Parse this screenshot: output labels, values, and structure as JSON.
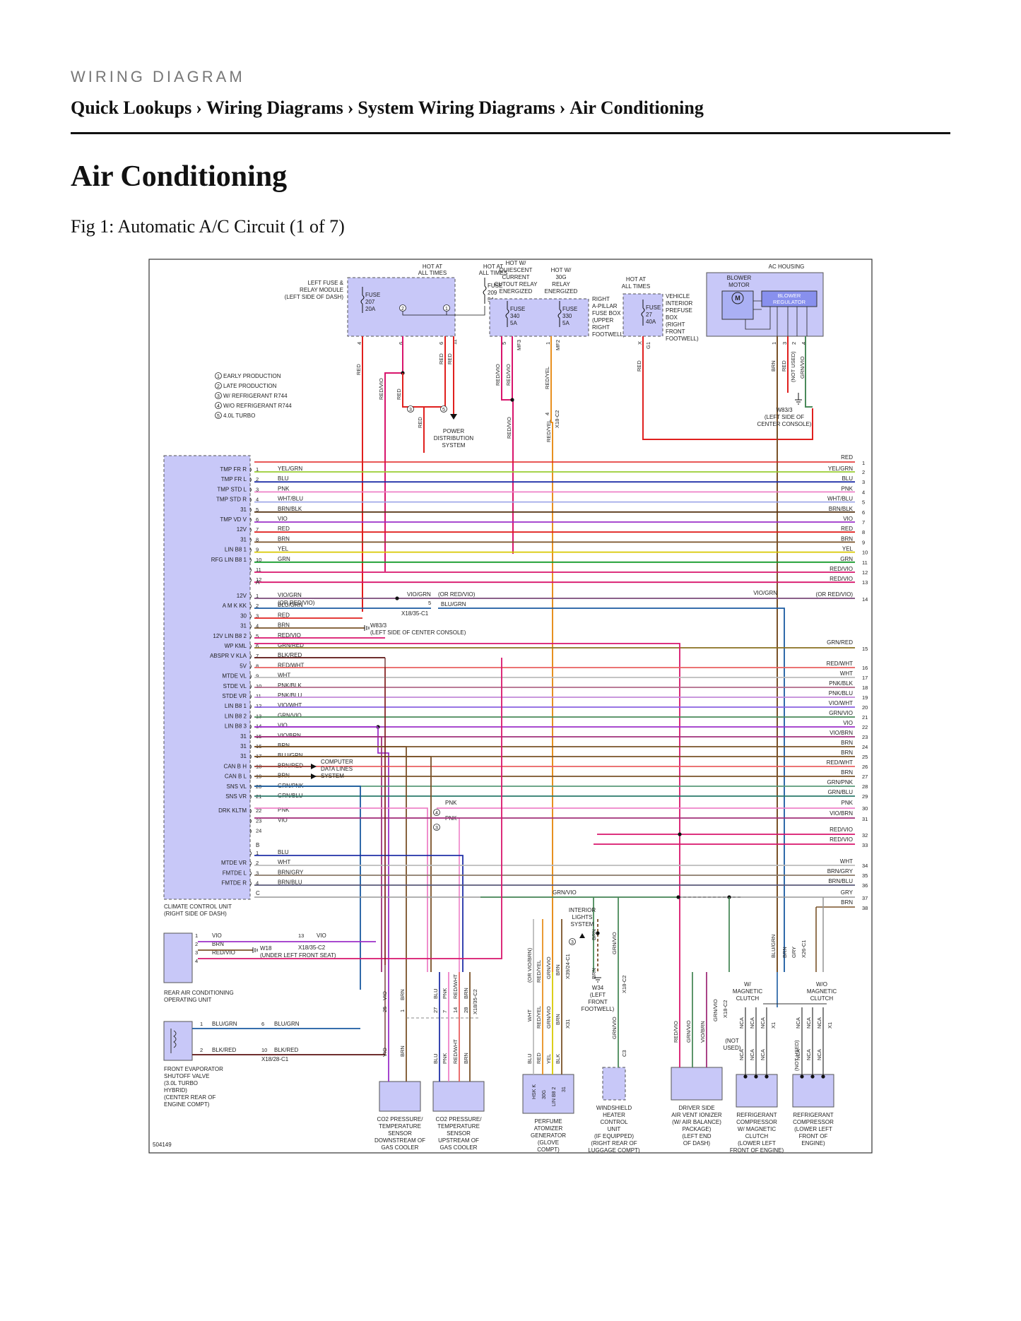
{
  "header": {
    "kicker": "WIRING DIAGRAM",
    "breadcrumbs": [
      "Quick Lookups",
      "Wiring Diagrams",
      "System Wiring Diagrams",
      "Air Conditioning"
    ],
    "separator": "›"
  },
  "page_title": "Air Conditioning",
  "figure_caption": "Fig 1: Automatic A/C Circuit (1 of 7)",
  "diagram": {
    "id_label": "504149",
    "colors": {
      "component_fill": "#c8c8f8",
      "component_stroke": "#555555",
      "frame": "#333333"
    },
    "notes": [
      {
        "n": "1",
        "text": "EARLY PRODUCTION"
      },
      {
        "n": "2",
        "text": "LATE PRODUCTION"
      },
      {
        "n": "3",
        "text": "W/ REFRIGERANT R744"
      },
      {
        "n": "4",
        "text": "W/O REFRIGERANT R744"
      },
      {
        "n": "5",
        "text": "4.0L TURBO"
      }
    ],
    "top_labels": {
      "hot1": [
        "HOT AT",
        "ALL TIMES"
      ],
      "hot2": [
        "HOT AT",
        "ALL TIMES"
      ],
      "hot3": [
        "HOT W/",
        "QUIESCENT",
        "CURRENT",
        "CUTOUT RELAY",
        "ENERGIZED"
      ],
      "hot4": [
        "HOT W/",
        "30G",
        "RELAY",
        "ENERGIZED"
      ],
      "hot5": [
        "HOT AT",
        "ALL TIMES"
      ],
      "lfrm": [
        "LEFT FUSE &",
        "RELAY MODULE",
        "(LEFT SIDE OF DASH)"
      ],
      "rapb": [
        "RIGHT",
        "A-PILLAR",
        "FUSE BOX",
        "(UPPER",
        "RIGHT",
        "FOOTWELL)"
      ],
      "vipb": [
        "VEHICLE",
        "INTERIOR",
        "PREFUSE",
        "BOX",
        "(RIGHT",
        "FRONT",
        "FOOTWELL)"
      ],
      "ac_housing": "AC HOUSING",
      "blower_motor": [
        "BLOWER",
        "MOTOR"
      ],
      "blower_reg": [
        "BLOWER",
        "REGULATOR"
      ],
      "power_dist": [
        "POWER",
        "DISTRIBUTION",
        "SYSTEM"
      ],
      "w83_top": [
        "W83/3",
        "(LEFT SIDE OF",
        "CENTER CONSOLE)"
      ]
    },
    "fuses": [
      {
        "name": "FUSE",
        "num": "207",
        "amp": "20A"
      },
      {
        "name": "FUSE",
        "num": "209",
        "amp": "5A"
      },
      {
        "name": "FUSE",
        "num": "340",
        "amp": "5A"
      },
      {
        "name": "FUSE",
        "num": "330",
        "amp": "5A"
      },
      {
        "name": "FUSE",
        "num": "27",
        "amp": "40A"
      }
    ],
    "top_wire_labels": {
      "red1": "RED",
      "redvio1": "RED/VIO",
      "red2": "RED",
      "red3": "RED",
      "red4": "RED",
      "red5": "RED",
      "redvio2": "RED/VIO",
      "redvio3": "RED/VIO",
      "mf3a": "MF3",
      "redyel": "RED/YEL",
      "mf2": "MF2",
      "redvio4": "RED/VIO",
      "redyel2": "RED/YEL",
      "x18c2": "X18-C2",
      "red6": "RED",
      "brn": "BRN",
      "redtop": "RED",
      "notused": "(NOT USED)",
      "grnvio": "GRN/VIO",
      "pin4": "4",
      "pin6": "6",
      "pin6b": "6",
      "pin11": "11",
      "pin5": "5",
      "pin1": "1",
      "pinX": "X",
      "pinG1": "G1",
      "pin4b": "4",
      "bpin1": "1",
      "bpin3": "3",
      "bpin2": "2",
      "bpin4": "4"
    },
    "ccu": {
      "name": [
        "CLIMATE CONTROL UNIT",
        "(RIGHT SIDE OF DASH)"
      ],
      "conn_A": "A",
      "conn_B": "B",
      "conn_C": "C"
    },
    "group1": [
      {
        "pin": "1",
        "label": "TMP FR R",
        "wire": "YEL/GRN",
        "right": "YEL/GRN",
        "rn": "2"
      },
      {
        "pin": "2",
        "label": "TMP FR L",
        "wire": "BLU",
        "right": "BLU",
        "rn": "3"
      },
      {
        "pin": "3",
        "label": "TMP STD L",
        "wire": "PNK",
        "right": "PNK",
        "rn": "4"
      },
      {
        "pin": "4",
        "label": "TMP STD R",
        "wire": "WHT/BLU",
        "right": "WHT/BLU",
        "rn": "5"
      },
      {
        "pin": "5",
        "label": "31",
        "wire": "BRN/BLK",
        "right": "BRN/BLK",
        "rn": "6"
      },
      {
        "pin": "6",
        "label": "TMP VD V",
        "wire": "VIO",
        "right": "VIO",
        "rn": "7"
      },
      {
        "pin": "7",
        "label": "12V",
        "wire": "RED",
        "right": "RED",
        "rn": "8"
      },
      {
        "pin": "8",
        "label": "31",
        "wire": "BRN",
        "right": "BRN",
        "rn": "9"
      },
      {
        "pin": "9",
        "label": "LIN B8 1",
        "wire": "YEL",
        "right": "YEL",
        "rn": "10"
      },
      {
        "pin": "10",
        "label": "RFG LIN B8 1",
        "wire": "GRN",
        "right": "GRN",
        "rn": "11"
      },
      {
        "pin": "11",
        "label": "",
        "wire": "",
        "right": "RED/VIO",
        "rn": "12"
      },
      {
        "pin": "12",
        "label": "",
        "wire": "",
        "right": "RED/VIO",
        "rn": "13"
      }
    ],
    "red_top": {
      "right": "RED",
      "rn": "1"
    },
    "group2": [
      {
        "pin": "1",
        "label": "12V",
        "wire": "VIO/GRN",
        "wire2": "(OR RED/VIO)"
      },
      {
        "pin": "2",
        "label": "A M K KK",
        "wire": "BLU/GRN"
      },
      {
        "pin": "3",
        "label": "30",
        "wire": "RED"
      },
      {
        "pin": "4",
        "label": "31",
        "wire": "BRN"
      },
      {
        "pin": "5",
        "label": "12V LIN B8 2",
        "wire": "RED/VIO"
      },
      {
        "pin": "6",
        "label": "WP KML",
        "wire": "GRN/RED"
      },
      {
        "pin": "7",
        "label": "ABSPR V KLA",
        "wire": "BLK/RED"
      },
      {
        "pin": "8",
        "label": "5V",
        "wire": "RED/WHT"
      },
      {
        "pin": "9",
        "label": "MTDE VL",
        "wire": "WHT"
      },
      {
        "pin": "10",
        "label": "STDE VL",
        "wire": "PNK/BLK"
      },
      {
        "pin": "11",
        "label": "STDE VR",
        "wire": "PNK/BLU"
      },
      {
        "pin": "12",
        "label": "LIN B8 1",
        "wire": "VIO/WHT"
      },
      {
        "pin": "13",
        "label": "LIN B8 2",
        "wire": "GRN/VIO"
      },
      {
        "pin": "14",
        "label": "LIN B8 3",
        "wire": "VIO"
      },
      {
        "pin": "15",
        "label": "31",
        "wire": "VIO/BRN"
      },
      {
        "pin": "16",
        "label": "31",
        "wire": "BRN"
      },
      {
        "pin": "17",
        "label": "31",
        "wire": "BLU/GRN"
      },
      {
        "pin": "18",
        "label": "CAN B H",
        "wire": "BRN/RED"
      },
      {
        "pin": "19",
        "label": "CAN B L",
        "wire": "BRN"
      },
      {
        "pin": "20",
        "label": "SNS VL",
        "wire": "GRN/PNK"
      },
      {
        "pin": "21",
        "label": "SNS VR",
        "wire": "GRN/BLU"
      },
      {
        "pin": "22",
        "label": "DRK KLTM",
        "wire": "PNK"
      },
      {
        "pin": "23",
        "label": "",
        "wire": "VIO"
      },
      {
        "pin": "24",
        "label": "",
        "wire": ""
      }
    ],
    "right_group2": [
      {
        "label": "VIO/GRN",
        "label2": "(OR RED/VIO)",
        "rn": "14"
      },
      {
        "label": "GRN/RED",
        "rn": "15"
      },
      {
        "label": "RED/WHT",
        "rn": "16"
      },
      {
        "label": "WHT",
        "rn": "17"
      },
      {
        "label": "PNK/BLK",
        "rn": "18"
      },
      {
        "label": "PNK/BLU",
        "rn": "19"
      },
      {
        "label": "VIO/WHT",
        "rn": "20"
      },
      {
        "label": "GRN/VIO",
        "rn": "21"
      },
      {
        "label": "VIO",
        "rn": "22"
      },
      {
        "label": "VIO/BRN",
        "rn": "23"
      },
      {
        "label": "BRN",
        "rn": "24"
      },
      {
        "label": "BRN",
        "rn": "25"
      },
      {
        "label": "RED/WHT",
        "rn": "26"
      },
      {
        "label": "BRN",
        "rn": "27"
      },
      {
        "label": "GRN/PNK",
        "rn": "28"
      },
      {
        "label": "GRN/BLU",
        "rn": "29"
      },
      {
        "label": "PNK",
        "rn": "30"
      },
      {
        "label": "VIO/BRN",
        "rn": "31"
      }
    ],
    "group3": [
      {
        "pin": "1",
        "label": "",
        "wire": "BLU"
      },
      {
        "pin": "2",
        "label": "MTDE VR",
        "wire": "WHT"
      },
      {
        "pin": "3",
        "label": "FMTDE L",
        "wire": "BRN/GRY"
      },
      {
        "pin": "4",
        "label": "FMTDE R",
        "wire": "BRN/BLU"
      }
    ],
    "right_group3": [
      {
        "label": "RED/VIO",
        "rn": "32"
      },
      {
        "label": "RED/VIO",
        "rn": "33"
      },
      {
        "label": "WHT",
        "rn": "34"
      },
      {
        "label": "BRN/GRY",
        "rn": "35"
      },
      {
        "label": "BRN/BLU",
        "rn": "36"
      },
      {
        "label": "GRY",
        "rn": "37"
      },
      {
        "label": "BRN",
        "rn": "38"
      }
    ],
    "mid_labels": {
      "viogrn": "VIO/GRN",
      "orredvio": "(OR RED/VIO)",
      "p5": "5",
      "blugrn": "BLU/GRN",
      "x1835c1": "X18/35-C1",
      "w83_mid": [
        "W83/3",
        "(LEFT SIDE OF CENTER CONSOLE)"
      ],
      "can": [
        "COMPUTER",
        "DATA LINES",
        "SYSTEM"
      ],
      "pnk1": "PNK",
      "pnk2": "PNK",
      "grnvio": "GRN/VIO",
      "interior": [
        "INTERIOR",
        "LIGHTS",
        "SYSTEM"
      ]
    },
    "rear_unit": {
      "name": [
        "REAR AIR CONDITIONING",
        "OPERATING UNIT"
      ],
      "rows": [
        {
          "pin": "1",
          "wire": "VIO",
          "cpin": "13",
          "cw": "VIO"
        },
        {
          "pin": "2",
          "wire": "BRN",
          "cpin": "",
          "cw": ""
        },
        {
          "pin": "3",
          "wire": "RED/VIO",
          "cpin": "",
          "cw": ""
        },
        {
          "pin": "4",
          "wire": "",
          "cpin": "",
          "cw": ""
        }
      ],
      "conn": "X18/35-C2",
      "w18": [
        "W18",
        "(UNDER LEFT FRONT SEAT)"
      ]
    },
    "valve": {
      "name": [
        "FRONT EVAPORATOR",
        "SHUTOFF VALVE",
        "(3.0L TURBO",
        "HYBRID)",
        "(CENTER REAR OF",
        "ENGINE COMPT)"
      ],
      "rows": [
        {
          "pin": "1",
          "wire": "BLU/GRN",
          "cpin": "6",
          "cw": "BLU/GRN"
        },
        {
          "pin": "2",
          "wire": "BLK/RED",
          "cpin": "10",
          "cw": "BLK/RED"
        }
      ],
      "conn": "X18/28-C1"
    },
    "bottom_components": [
      {
        "id": "co2d",
        "name": [
          "CO2 PRESSURE/",
          "TEMPERATURE",
          "SENSOR",
          "DOWNSTREAM OF",
          "GAS COOLER"
        ]
      },
      {
        "id": "co2u",
        "name": [
          "CO2 PRESSURE/",
          "TEMPERATURE",
          "SENSOR",
          "UPSTREAM OF",
          "GAS COOLER"
        ]
      },
      {
        "id": "perf",
        "name": [
          "PERFUME",
          "ATOMIZER",
          "GENERATOR",
          "(GLOVE",
          "COMPT)"
        ]
      },
      {
        "id": "wind",
        "name": [
          "WINDSHIELD",
          "HEATER",
          "CONTROL",
          "UNIT",
          "(IF EQUIPPED)",
          "(RIGHT REAR OF",
          "LUGGAGE COMPT)"
        ]
      },
      {
        "id": "ion",
        "name": [
          "DRIVER SIDE",
          "AIR VENT IONIZER",
          "(W/ AIR BALANCE)",
          "PACKAGE)",
          "(LEFT END",
          "OF DASH)"
        ]
      },
      {
        "id": "rc1",
        "name": [
          "REFRIGERANT",
          "COMPRESSOR",
          "W/ MAGNETIC",
          "CLUTCH",
          "(LOWER LEFT",
          "FRONT OF ENGINE)"
        ]
      },
      {
        "id": "rc2",
        "name": [
          "REFRIGERANT",
          "COMPRESSOR",
          "(LOWER LEFT",
          "FRONT OF",
          "ENGINE)"
        ]
      }
    ],
    "bottom_wire_labels": {
      "vio": "VIO",
      "brn": "BRN",
      "blu": "BLU",
      "pnk": "PNK",
      "redwht": "RED/WHT",
      "brn2": "BRN",
      "x1835c2": "X18/35-C2",
      "p25": "25",
      "p1": "1",
      "p27": "27",
      "p7": "7",
      "p14": "14",
      "p28": "28",
      "wht": "WHT",
      "orvb": "(OR VIO/BRN)",
      "redyel": "RED/YEL",
      "grnvio": "GRN/VIO",
      "brn3": "BRN",
      "x3924c1": "X39/24-C1",
      "redyel2": "RED/YEL",
      "grnvio2": "GRN/VIO",
      "x31": "X31",
      "w34": [
        "W34",
        "(LEFT",
        "FRONT",
        "FOOTWELL)"
      ],
      "grnvio3": "GRN/VIO",
      "x18c2": "X18-C2",
      "c3": "C3",
      "redvio": "RED/VIO",
      "grnvio4": "GRN/VIO",
      "viobrn": "VIO/BRN",
      "grnvio5": "GRN/VIO",
      "x18c2b": "X18-C2",
      "notused": [
        "(NOT",
        "USED)"
      ],
      "blugrn": "BLU/GRN",
      "brn4": "BRN",
      "gry": "GRY",
      "x26c1": "X26-C1",
      "wmag": [
        "W/",
        "MAGNETIC",
        "CLUTCH"
      ],
      "womag": [
        "W/O",
        "MAGNETIC",
        "CLUTCH"
      ],
      "nca": "NCA",
      "x1": "X1",
      "notused2": [
        "(NOT",
        "USED)"
      ],
      "hsk": "HSK K",
      "g30": "30G",
      "lin82": "LIN B8 2",
      "g31": "31",
      "blu2": "BLU",
      "red": "RED",
      "yel": "YEL",
      "blk": "BLK"
    }
  }
}
